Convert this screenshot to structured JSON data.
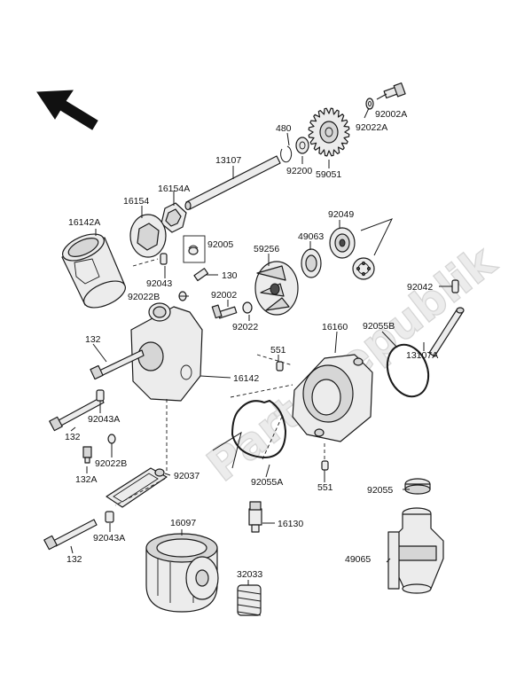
{
  "watermark": "PartsRepublik",
  "labels": {
    "p92002A": "92002A",
    "p92022A": "92022A",
    "p480": "480",
    "p92200": "92200",
    "p59051": "59051",
    "p13107": "13107",
    "p16154A": "16154A",
    "p16154": "16154",
    "p16142A": "16142A",
    "p92049": "92049",
    "p49063": "49063",
    "p59256": "59256",
    "p92005": "92005",
    "p130": "130",
    "p92043": "92043",
    "p92022B_top": "92022B",
    "p92002": "92002",
    "p92022": "92022",
    "p92042": "92042",
    "p132_a": "132",
    "p16160": "16160",
    "p92055B": "92055B",
    "p551_top": "551",
    "p13107A": "13107A",
    "p16142": "16142",
    "p92043A_a": "92043A",
    "p132_b": "132",
    "p92022B_bot": "92022B",
    "p132A": "132A",
    "p92037": "92037",
    "p92055A": "92055A",
    "p551_bot": "551",
    "p92055": "92055",
    "p16097": "16097",
    "p16130": "16130",
    "p92043A_b": "92043A",
    "p132_c": "132",
    "p32033": "32033",
    "p49065": "49065"
  }
}
